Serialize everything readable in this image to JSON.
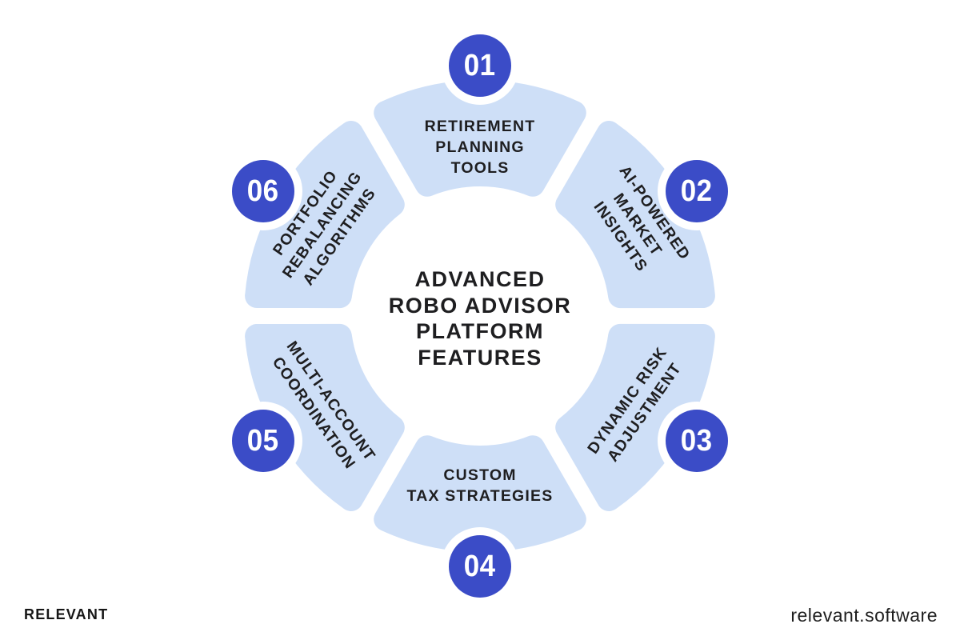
{
  "center": {
    "title": "ADVANCED\nROBO ADVISOR\nPLATFORM\nFEATURES"
  },
  "segments": [
    {
      "number": "01",
      "label": "RETIREMENT\nPLANNING\nTOOLS"
    },
    {
      "number": "02",
      "label": "AI-POWERED\nMARKET\nINSIGHTS"
    },
    {
      "number": "03",
      "label": "DYNAMIC RISK\nADJUSTMENT"
    },
    {
      "number": "04",
      "label": "CUSTOM\nTAX STRATEGIES"
    },
    {
      "number": "05",
      "label": "MULTI-ACCOUNT\nCOORDINATION"
    },
    {
      "number": "06",
      "label": "PORTFOLIO\nREBALANCING\nALGORITHMS"
    }
  ],
  "footer": {
    "brand": "RELEVANT",
    "website": "relevant.software"
  },
  "colors": {
    "segment_fill": "#CEDFF7",
    "badge_fill": "#3B4CC7",
    "badge_text": "#FFFFFF",
    "text_dark": "#1E1E20",
    "background": "#FFFFFF"
  }
}
